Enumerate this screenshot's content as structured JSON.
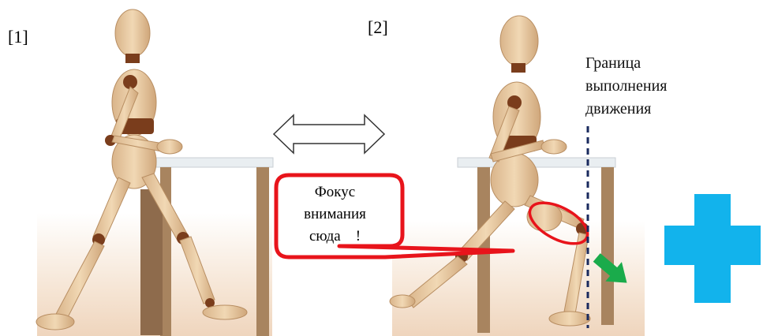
{
  "panels": [
    {
      "label": "[1]"
    },
    {
      "label": "[2]"
    }
  ],
  "boundary_label": [
    "Граница",
    "выполнения",
    "движения"
  ],
  "callout": {
    "lines": [
      "Фокус",
      "внимания",
      "сюда　!"
    ]
  },
  "colors": {
    "callout_border": "#e8141b",
    "boundary_line": "#1a2a5e",
    "plus": "#12b3ec",
    "arrow": "#1aab4b",
    "wood": "#e7c9a1",
    "joint": "#7a3d1c",
    "table": "#ad8b6a"
  },
  "icons": [
    "double-arrow-icon",
    "plus-icon",
    "arrow-icon"
  ]
}
